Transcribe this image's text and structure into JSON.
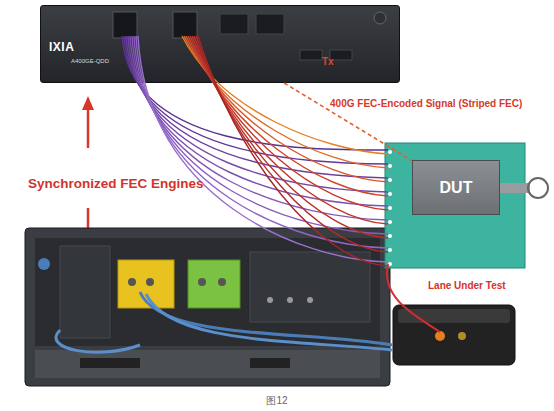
{
  "diagram": {
    "caption": "图12",
    "nodes": [
      {
        "text": [
          "IXIA",
          "A400GE-QDD"
        ]
      },
      {
        "text": [
          "DUT"
        ]
      }
    ],
    "edges": [
      {
        "from": 0,
        "to": 1,
        "arrow": "none",
        "label": "400G FEC-Encoded Signal (Striped FEC)"
      }
    ],
    "labels": [
      "Tx",
      "Synchronized FEC Engines",
      "Lane Under Test"
    ]
  }
}
